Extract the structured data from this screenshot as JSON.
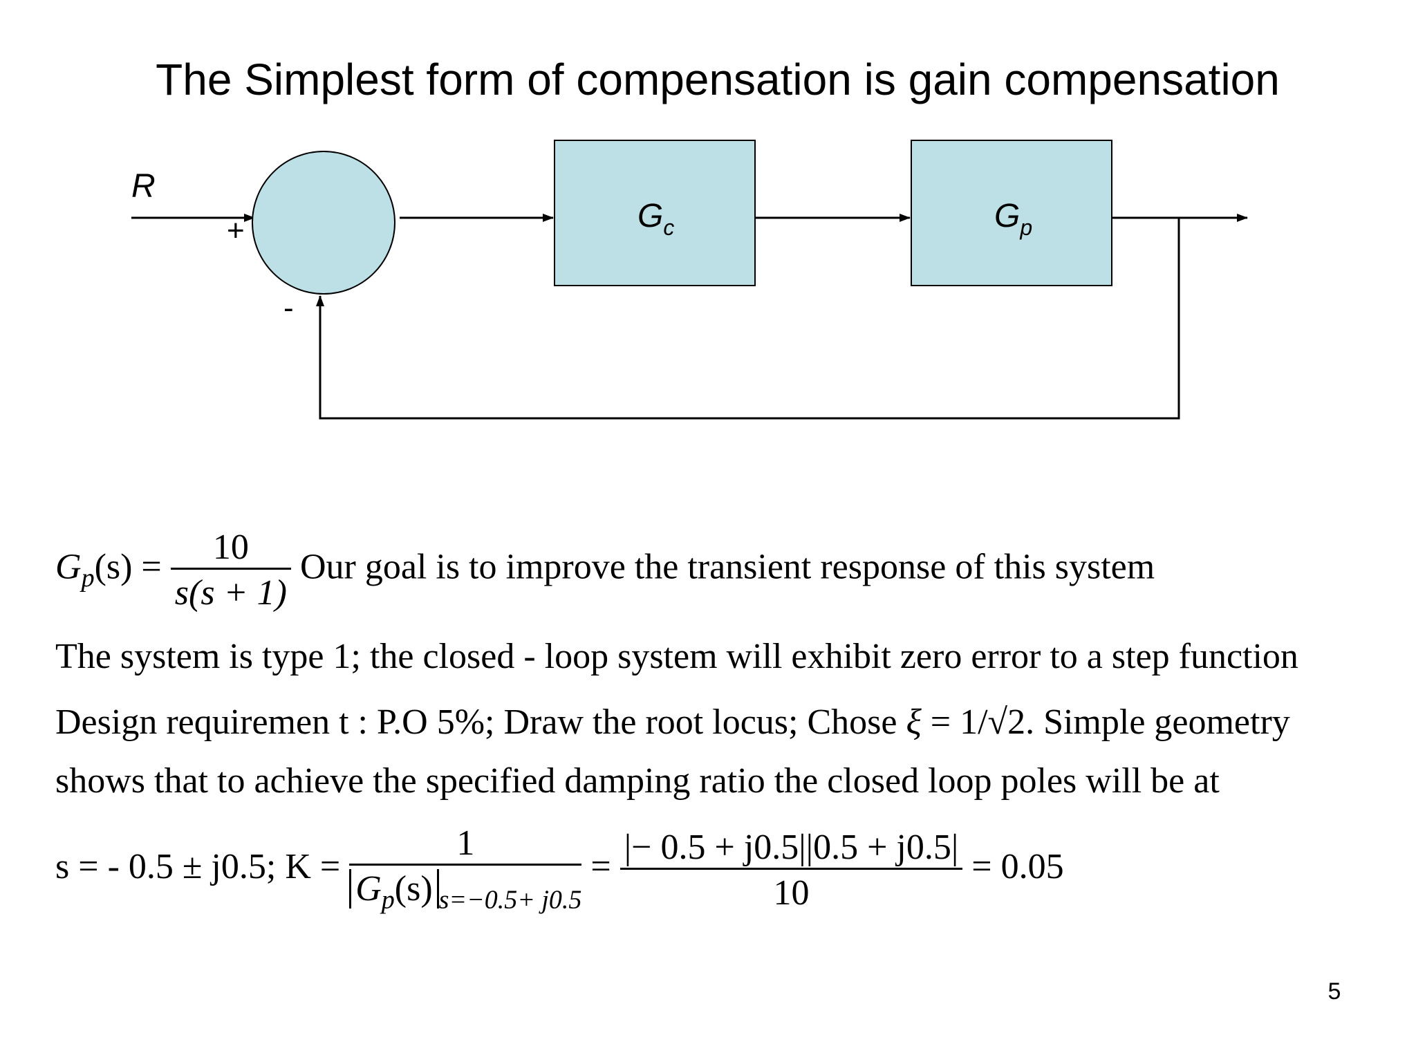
{
  "slide": {
    "title": "The Simplest form of compensation is gain compensation",
    "page_number": "5"
  },
  "diagram": {
    "input_label": "R",
    "plus_sign": "+",
    "minus_sign": "-",
    "block1": {
      "symbol": "G",
      "subscript": "c"
    },
    "block2": {
      "symbol": "G",
      "subscript": "p"
    },
    "block_fill": "#bde0e6",
    "summing_fill": "#bde0e6"
  },
  "text": {
    "line1": {
      "lhs": "G",
      "lhs_sub": "p",
      "lhs_arg": "(s) =",
      "num": "10",
      "den": "s(s + 1)",
      "sentence": "Our goal is to improve the transient response of this system"
    },
    "line2": "The system is type 1; the closed - loop system will exhibit zero error to a step function",
    "line3": {
      "pre": "Design requiremen t : P.O 5%; Draw the root locus; Chose ",
      "xi": "ξ",
      "eq": " = 1/√2. Simple geometry"
    },
    "line4": "shows that to achieve the specified damping ratio the closed loop poles will be at",
    "line5": {
      "poles": "s = - 0.5 ± j0.5; K =",
      "frac1_num": "1",
      "frac1_den": "G",
      "frac1_den_sub": "p",
      "frac1_den_arg": "(s)",
      "frac1_eval": "s=−0.5+ j0.5",
      "eq": "=",
      "frac2_num": "|− 0.5 + j0.5||0.5 + j0.5|",
      "frac2_den": "10",
      "result": "= 0.05"
    }
  }
}
